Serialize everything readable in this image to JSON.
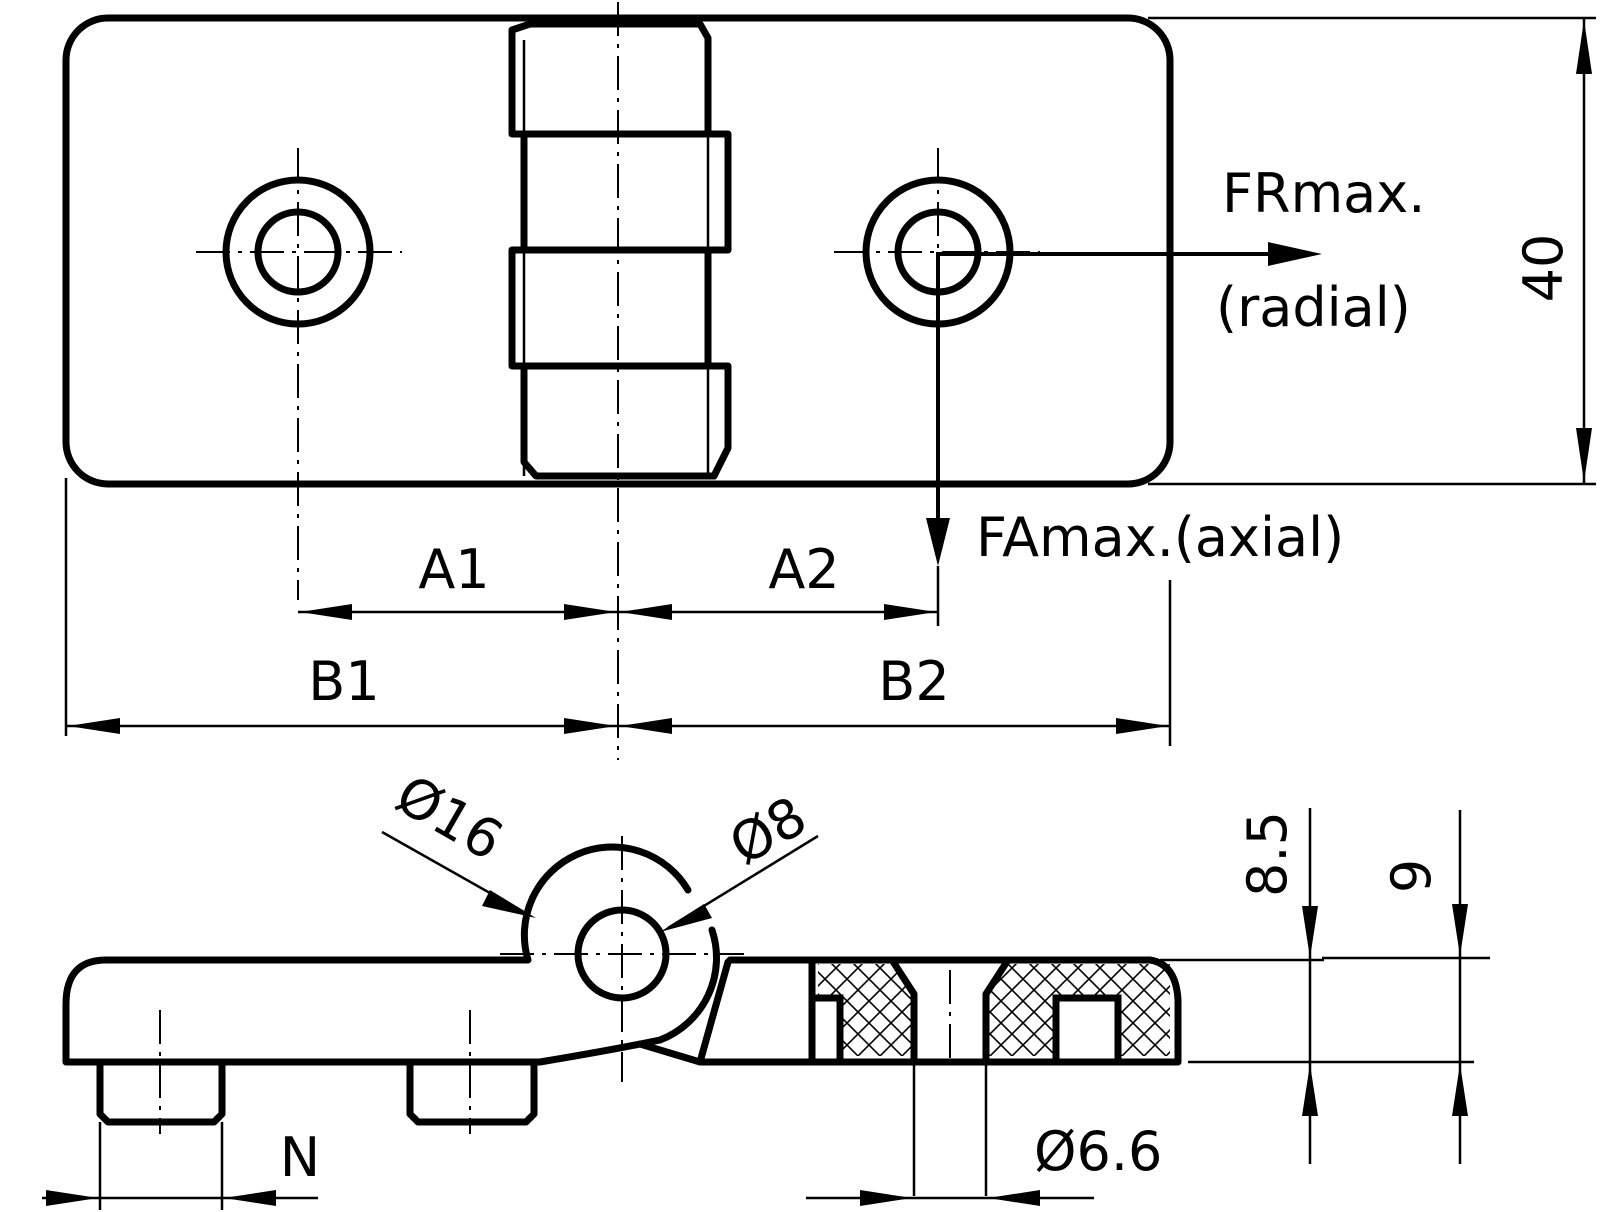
{
  "labels": {
    "fr_max": "FRmax.",
    "fr_radial": "(radial)",
    "fa_max": "FAmax.(axial)",
    "height_40": "40",
    "a1": "A1",
    "a2": "A2",
    "b1": "B1",
    "b2": "B2",
    "dia_16": "Ø16",
    "dia_8": "Ø8",
    "dim_8_5": "8.5",
    "dim_9": "9",
    "n": "N",
    "dia_6_6": "Ø6.6"
  },
  "colors": {
    "line": "#000000",
    "background": "#ffffff"
  }
}
